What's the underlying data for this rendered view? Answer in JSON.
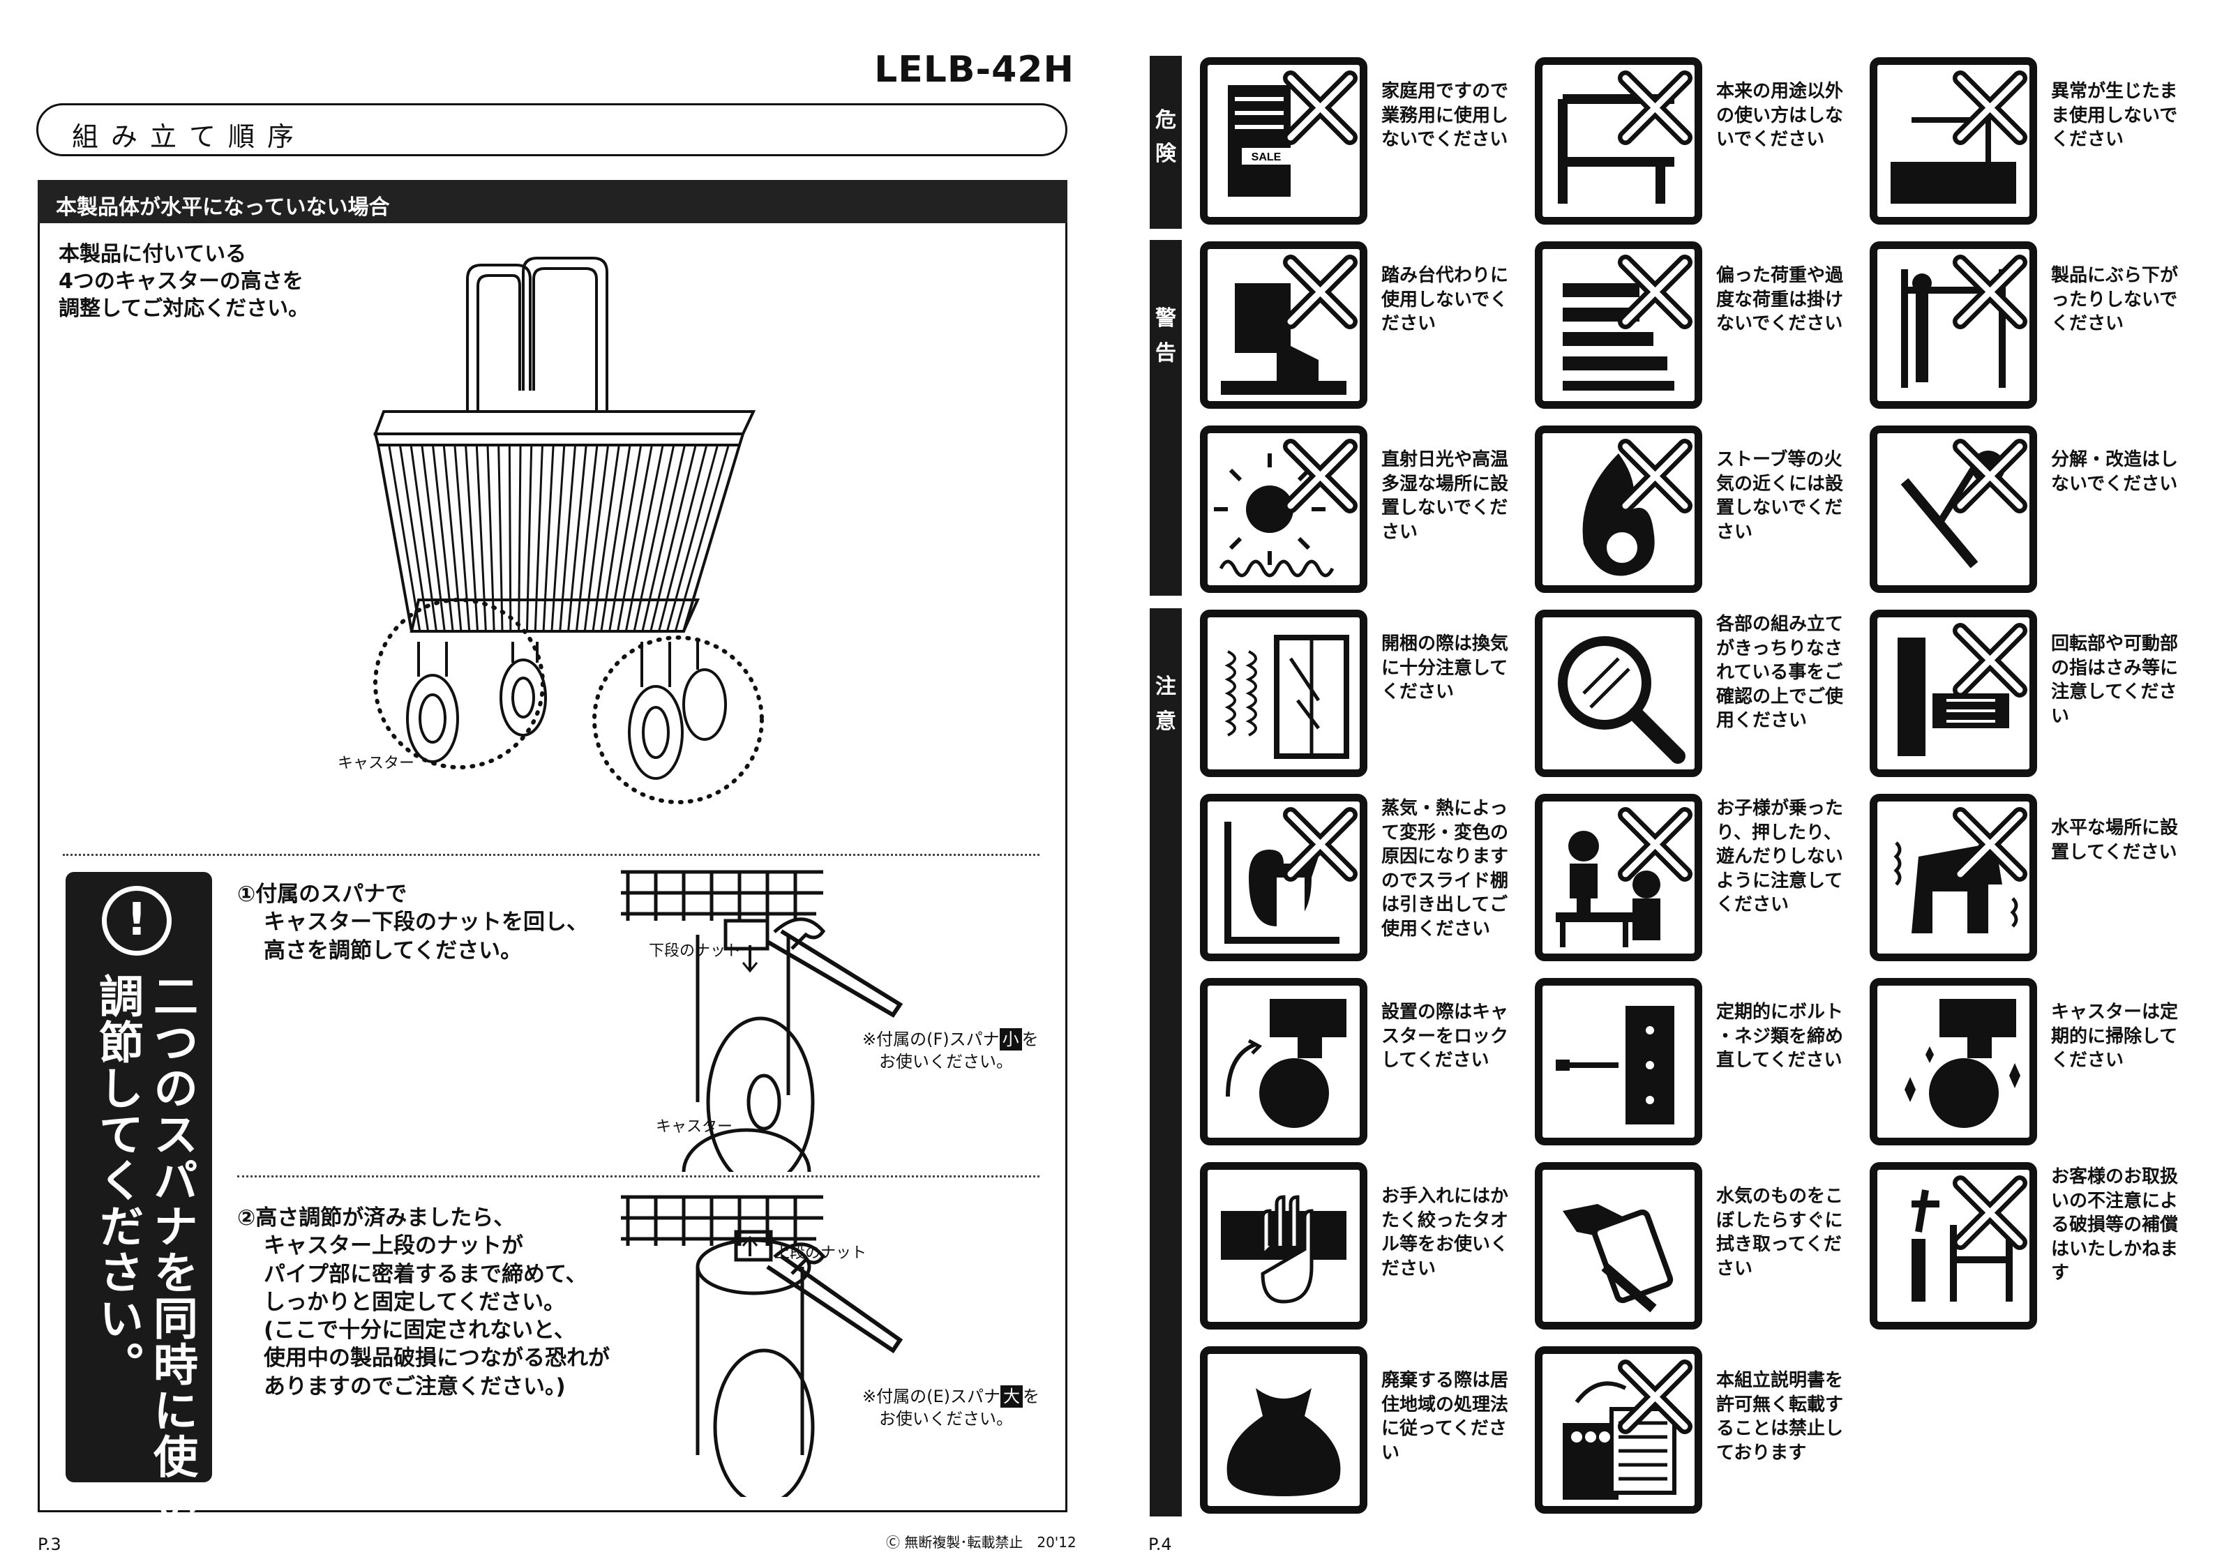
{
  "model": "LELB-42H",
  "section_title": "組み立て順序",
  "frame_title": "本製品体が水平になっていない場合",
  "intro": [
    "本製品に付いている",
    "4つのキャスターの高さを",
    "調整してご対応ください。"
  ],
  "caster_label": "キャスター",
  "warning_mark": "!",
  "warning_text": [
    "二つのスパナを同時に使い",
    "調節してください。"
  ],
  "step1": {
    "lines": [
      "①付属のスパナで",
      "キャスター下段のナットを回し、",
      "高さを調節してください。"
    ],
    "nut_label": "下段のナット",
    "caster_label": "キャスター",
    "note_pre": "※付属の(F)スパナ",
    "note_badge": "小",
    "note_post": "を",
    "note_line2": "お使いください。"
  },
  "step2": {
    "lines": [
      "②高さ調節が済みましたら、",
      "キャスター上段のナットが",
      "パイプ部に密着するまで締めて、",
      "しっかりと固定してください。",
      "(ここで十分に固定されないと、",
      "使用中の製品破損につながる恐れが",
      "ありますのでご注意ください。)"
    ],
    "nut_label": "上段のナット",
    "note_pre": "※付属の(E)スパナ",
    "note_badge": "大",
    "note_post": "を",
    "note_line2": "お使いください。"
  },
  "page_left": "P.3",
  "copyright": "Ⓒ 無断複製･転載禁止　20'12",
  "page_right": "P.4",
  "categories": [
    {
      "label": [
        "危",
        "険"
      ]
    },
    {
      "label": [
        "警",
        "告"
      ]
    },
    {
      "label": [
        "注",
        "意"
      ]
    }
  ],
  "cautions": [
    {
      "icon": "sale-shelf-prohibited-icon",
      "text": [
        "家庭用ですので",
        "業務用に使用し",
        "ないでください"
      ],
      "sale": "SALE"
    },
    {
      "icon": "shelf-misuse-prohibited-icon",
      "text": [
        "本来の用途以外",
        "の使い方はしな",
        "いでください"
      ]
    },
    {
      "icon": "abnormal-use-prohibited-icon",
      "text": [
        "異常が生じたま",
        "ま使用しないで",
        "ください"
      ]
    },
    {
      "icon": "step-stool-prohibited-icon",
      "text": [
        "踏み台代わりに",
        "使用しないでく",
        "ださい"
      ]
    },
    {
      "icon": "uneven-load-prohibited-icon",
      "text": [
        "偏った荷重や過",
        "度な荷重は掛け",
        "ないでください"
      ]
    },
    {
      "icon": "hanging-prohibited-icon",
      "text": [
        "製品にぶら下が",
        "ったりしないで",
        "ください"
      ]
    },
    {
      "icon": "sunlight-humidity-prohibited-icon",
      "text": [
        "直射日光や高温",
        "多湿な場所に設",
        "置しないでくだ",
        "さい"
      ]
    },
    {
      "icon": "fire-prohibited-icon",
      "text": [
        "ストーブ等の火",
        "気の近くには設",
        "置しないでくだ",
        "さい"
      ]
    },
    {
      "icon": "disassembly-prohibited-icon",
      "text": [
        "分解・改造はし",
        "ないでください"
      ]
    },
    {
      "icon": "ventilation-icon",
      "text": [
        "開梱の際は換気",
        "に十分注意して",
        "ください"
      ]
    },
    {
      "icon": "inspection-magnifier-icon",
      "text": [
        "各部の組み立て",
        "がきっちりなさ",
        "れている事をご",
        "確認の上でご使",
        "用ください"
      ]
    },
    {
      "icon": "finger-pinch-prohibited-icon",
      "text": [
        "回転部や可動部",
        "の指はさみ等に",
        "注意してくださ",
        "い"
      ]
    },
    {
      "icon": "steam-heat-prohibited-icon",
      "text": [
        "蒸気・熱によっ",
        "て変形・変色の",
        "原因になります",
        "のでスライド棚",
        "は引き出してご",
        "使用ください"
      ]
    },
    {
      "icon": "children-prohibited-icon",
      "text": [
        "お子様が乗った",
        "り、押したり、",
        "遊んだりしない",
        "ように注意して",
        "ください"
      ]
    },
    {
      "icon": "level-placement-icon",
      "text": [
        "水平な場所に設",
        "置してください"
      ]
    },
    {
      "icon": "caster-lock-icon",
      "text": [
        "設置の際はキャ",
        "スターをロック",
        "してください"
      ]
    },
    {
      "icon": "bolt-retighten-icon",
      "text": [
        "定期的にボルト",
        "・ネジ類を締め",
        "直してください"
      ]
    },
    {
      "icon": "caster-clean-icon",
      "text": [
        "キャスターは定",
        "期的に掃除して",
        "ください"
      ]
    },
    {
      "icon": "wring-towel-icon",
      "text": [
        "お手入れにはか",
        "たく絞ったタオ",
        "ル等をお使いく",
        "ださい"
      ]
    },
    {
      "icon": "wipe-water-icon",
      "text": [
        "水気のものをこ",
        "ぼしたらすぐに",
        "拭き取ってくだ",
        "さい"
      ]
    },
    {
      "icon": "no-compensation-icon",
      "text": [
        "お客様のお取扱",
        "いの不注意によ",
        "る破損等の補償",
        "はいたしかねま",
        "す"
      ]
    },
    {
      "icon": "disposal-bag-icon",
      "text": [
        "廃棄する際は居",
        "住地域の処理法",
        "に従ってくださ",
        "い"
      ]
    },
    {
      "icon": "copy-prohibited-icon",
      "text": [
        "本組立説明書を",
        "許可無く転載す",
        "ることは禁止し",
        "ております"
      ]
    }
  ]
}
